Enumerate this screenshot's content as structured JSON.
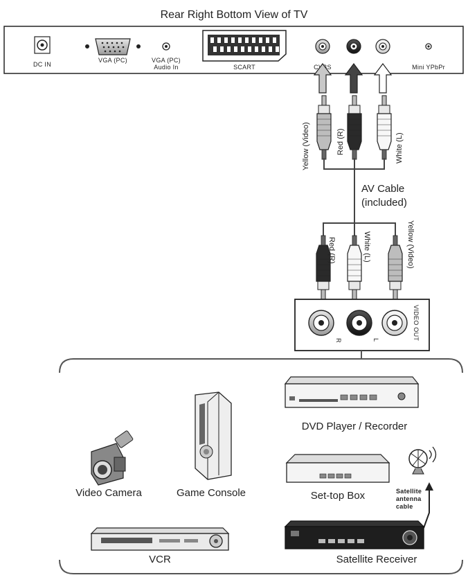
{
  "title": "Rear Right Bottom View of TV",
  "tv_ports": {
    "dc_in": "DC IN",
    "vga_pc": "VGA (PC)",
    "vga_audio_line1": "VGA (PC)",
    "vga_audio_line2": "Audio In",
    "scart": "SCART",
    "cvbs": "CVBS",
    "mini_ypbpr": "Mini YPbPr"
  },
  "tv_plugs": {
    "yellow": "Yellow (Video)",
    "red": "Red (R)",
    "white": "White (L)"
  },
  "cable": {
    "line1": "AV Cable",
    "line2": "(included)"
  },
  "device_plugs": {
    "red": "Red (R)",
    "white": "White (L)",
    "yellow": "Yellow (Video)"
  },
  "video_out_panel": {
    "label": "VIDEO OUT",
    "r": "R",
    "l": "L"
  },
  "devices": {
    "video_camera": "Video Camera",
    "game_console": "Game Console",
    "dvd": "DVD Player / Recorder",
    "set_top_box": "Set-top Box",
    "vcr": "VCR",
    "satellite_receiver": "Satellite Receiver",
    "antenna_line1": "Satellite",
    "antenna_line2": "antenna",
    "antenna_line3": "cable"
  }
}
